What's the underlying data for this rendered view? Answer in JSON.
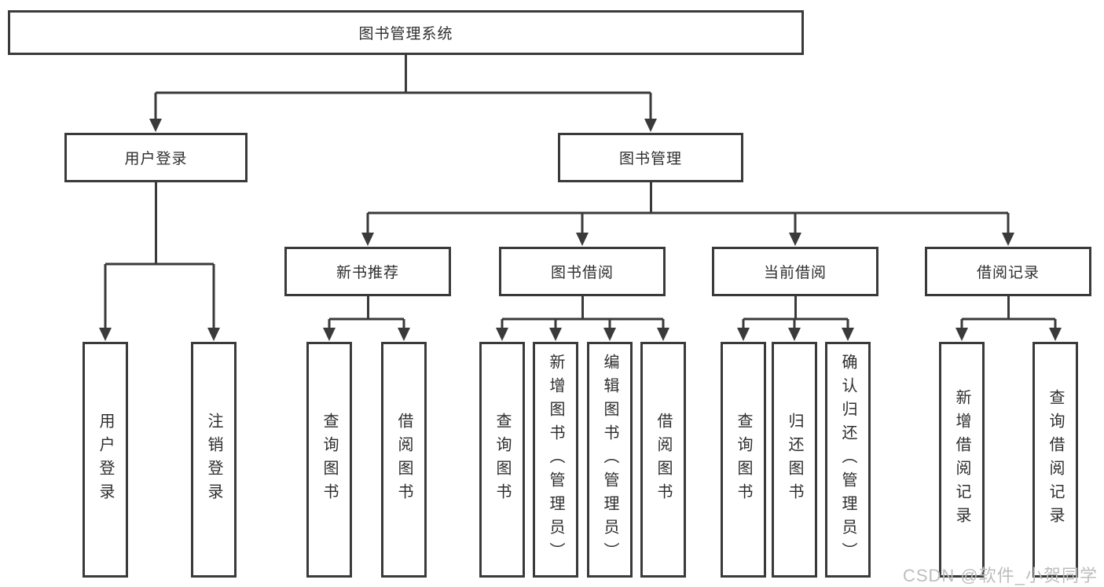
{
  "colors": {
    "line": "#3a3a3a",
    "text": "#2e2e2e",
    "box_bg": "#ffffff",
    "watermark": "#bdbdbd",
    "background": "#ffffff"
  },
  "tree": {
    "label": "图书管理系统",
    "children": [
      {
        "label": "用户登录",
        "children": [
          {
            "label": "用户登录"
          },
          {
            "label": "注销登录"
          }
        ]
      },
      {
        "label": "图书管理",
        "children": [
          {
            "label": "新书推荐",
            "children": [
              {
                "label": "查询图书"
              },
              {
                "label": "借阅图书"
              }
            ]
          },
          {
            "label": "图书借阅",
            "children": [
              {
                "label": "查询图书"
              },
              {
                "label": "新增图书（管理员）"
              },
              {
                "label": "编辑图书（管理员）"
              },
              {
                "label": "借阅图书"
              }
            ]
          },
          {
            "label": "当前借阅",
            "children": [
              {
                "label": "查询图书"
              },
              {
                "label": "归还图书"
              },
              {
                "label": "确认归还（管理员）"
              }
            ]
          },
          {
            "label": "借阅记录",
            "children": [
              {
                "label": "新增借阅记录"
              },
              {
                "label": "查询借阅记录"
              }
            ]
          }
        ]
      }
    ]
  },
  "watermark": {
    "text": "CSDN @软件_小贺同学"
  }
}
